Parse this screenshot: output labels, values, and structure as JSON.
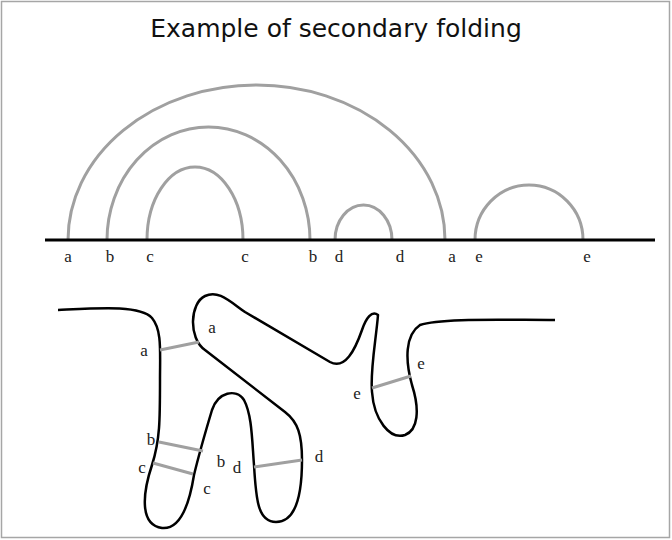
{
  "diagram": {
    "title": "Example of secondary folding",
    "labels": [
      "a",
      "b",
      "c",
      "c",
      "b",
      "d",
      "d",
      "a",
      "e",
      "e",
      "a",
      "a",
      "e",
      "e",
      "b",
      "b",
      "c",
      "d",
      "d",
      "c"
    ]
  }
}
